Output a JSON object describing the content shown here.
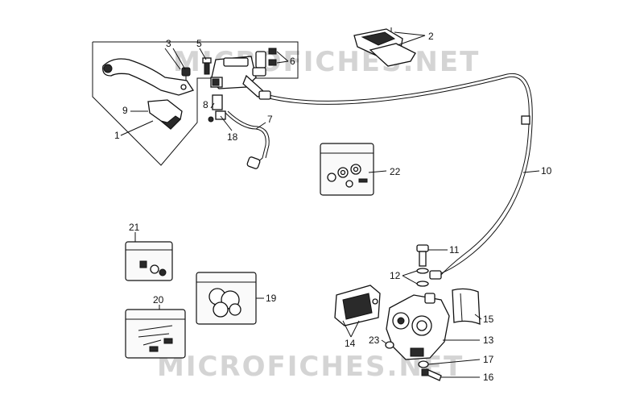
{
  "diagram": {
    "watermark_top": "MICROFICHES.NET",
    "watermark_bottom": "MICROFICHES.NET",
    "callouts": {
      "c1": "1",
      "c2": "2",
      "c3": "3",
      "c5": "5",
      "c6": "6",
      "c7": "7",
      "c8": "8",
      "c9": "9",
      "c10": "10",
      "c11": "11",
      "c12": "12",
      "c13": "13",
      "c14": "14",
      "c15": "15",
      "c16": "16",
      "c17": "17",
      "c18": "18",
      "c19": "19",
      "c20": "20",
      "c21": "21",
      "c22": "22",
      "c23": "23"
    }
  }
}
